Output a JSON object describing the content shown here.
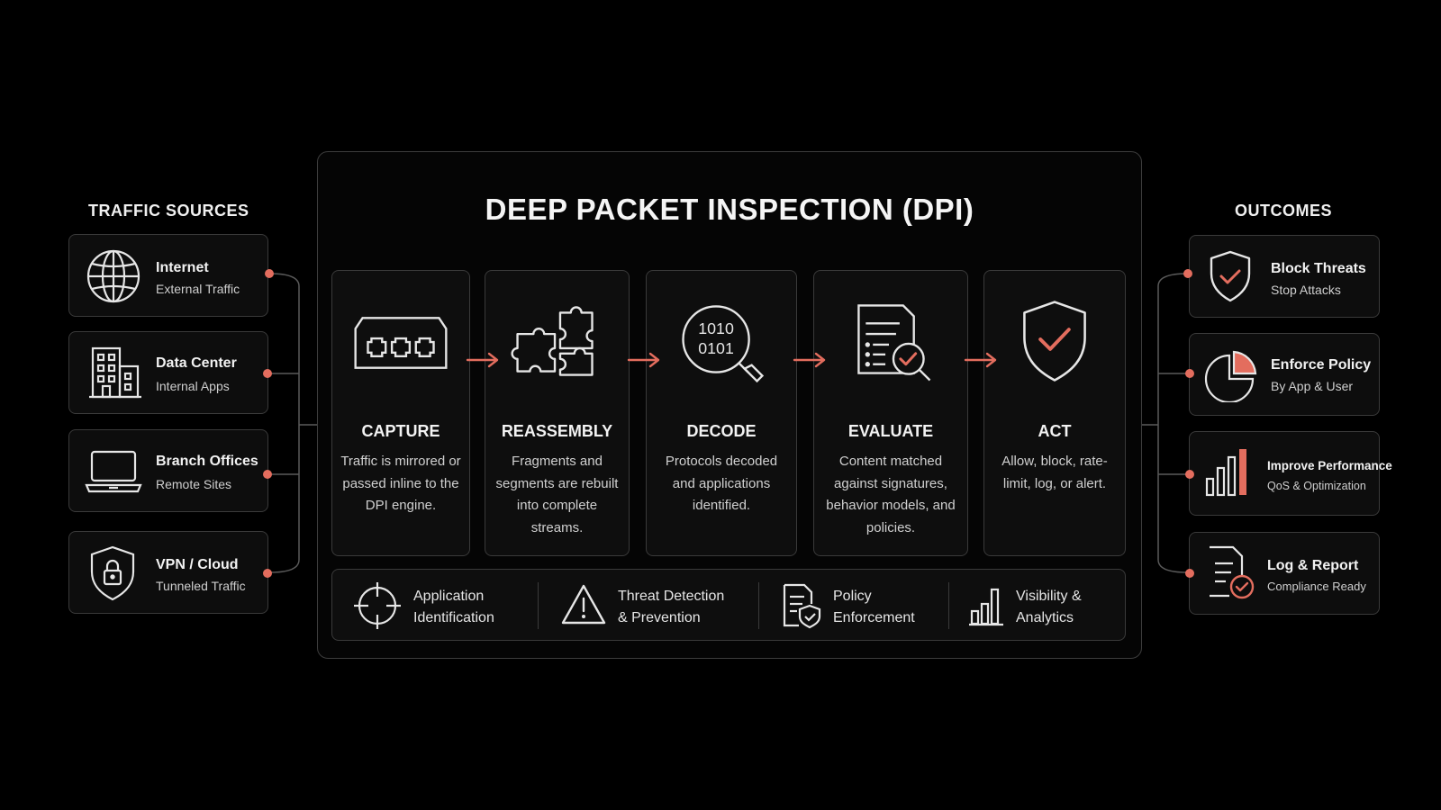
{
  "main_title": "DEEP PACKET INSPECTION (DPI)",
  "sources": {
    "heading": "TRAFFIC SOURCES",
    "items": [
      {
        "title": "Internet",
        "subtitle": "External Traffic",
        "icon": "globe-icon"
      },
      {
        "title": "Data Center",
        "subtitle": "Internal Apps",
        "icon": "building-icon"
      },
      {
        "title": "Branch Offices",
        "subtitle": "Remote Sites",
        "icon": "laptop-icon"
      },
      {
        "title": "VPN / Cloud",
        "subtitle": "Tunneled Traffic",
        "icon": "shield-lock-icon"
      }
    ]
  },
  "stages": [
    {
      "title": "CAPTURE",
      "desc": "Traffic is mirrored or passed inline to the DPI engine.",
      "icon": "network-port-icon"
    },
    {
      "title": "REASSEMBLY",
      "desc": "Fragments and segments are rebuilt into complete streams.",
      "icon": "puzzle-icon"
    },
    {
      "title": "DECODE",
      "desc": "Protocols decoded and applications identified.",
      "icon": "binary-magnifier-icon",
      "icon_text_1": "1010",
      "icon_text_2": "0101"
    },
    {
      "title": "EVALUATE",
      "desc": "Content matched against signatures, behavior models, and policies.",
      "icon": "document-check-icon"
    },
    {
      "title": "ACT",
      "desc": "Allow, block, rate-limit, log, or alert.",
      "icon": "shield-check-icon"
    }
  ],
  "capabilities": [
    {
      "line1": "Application",
      "line2": "Identification",
      "icon": "crosshair-icon"
    },
    {
      "line1": "Threat Detection",
      "line2": "& Prevention",
      "icon": "warning-icon"
    },
    {
      "line1": "Policy",
      "line2": "Enforcement",
      "icon": "policy-document-icon"
    },
    {
      "line1": "Visibility &",
      "line2": "Analytics",
      "icon": "bar-chart-icon"
    }
  ],
  "outcomes": {
    "heading": "OUTCOMES",
    "items": [
      {
        "title": "Block Threats",
        "subtitle": "Stop Attacks",
        "icon": "shield-check-icon"
      },
      {
        "title": "Enforce Policy",
        "subtitle": "By App & User",
        "icon": "pie-chart-icon"
      },
      {
        "title": "Improve Performance",
        "subtitle": "QoS & Optimization",
        "icon": "bar-chart-icon"
      },
      {
        "title": "Log & Report",
        "subtitle": "Compliance Ready",
        "icon": "report-icon"
      }
    ]
  },
  "colors": {
    "accent": "#e36d5e",
    "stroke": "#e6e6e6",
    "border": "#3a3a3a",
    "background": "#000000"
  }
}
